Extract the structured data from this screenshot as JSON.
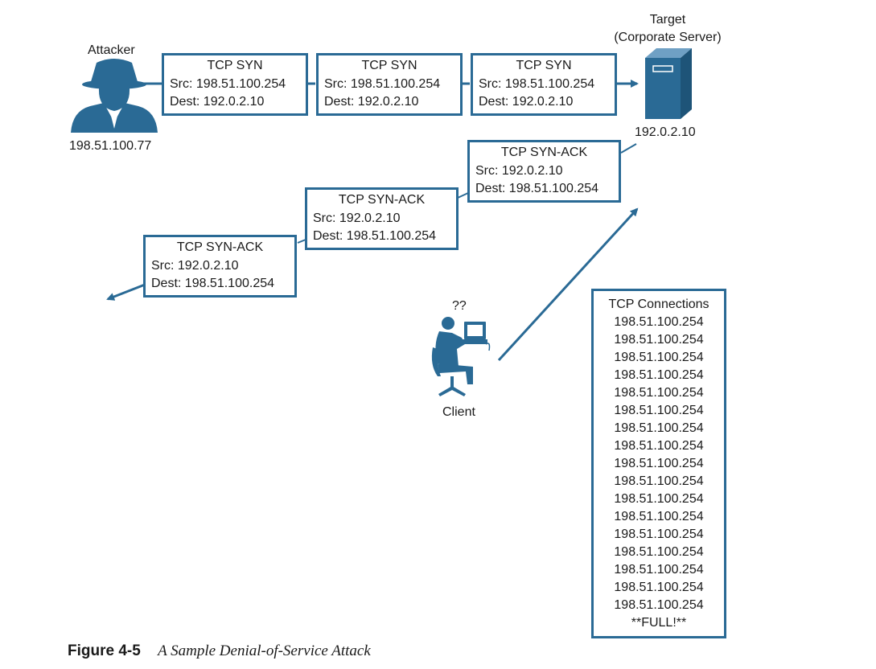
{
  "attacker": {
    "label": "Attacker",
    "ip": "198.51.100.77"
  },
  "target": {
    "label_line1": "Target",
    "label_line2": "(Corporate Server)",
    "ip": "192.0.2.10"
  },
  "client": {
    "label": "Client",
    "unknown": "??"
  },
  "syn_packets": [
    {
      "title": "TCP SYN",
      "src": "Src: 198.51.100.254",
      "dest": "Dest: 192.0.2.10"
    },
    {
      "title": "TCP SYN",
      "src": "Src: 198.51.100.254",
      "dest": "Dest: 192.0.2.10"
    },
    {
      "title": "TCP SYN",
      "src": "Src: 198.51.100.254",
      "dest": "Dest: 192.0.2.10"
    }
  ],
  "synack_packets": [
    {
      "title": "TCP SYN-ACK",
      "src": "Src: 192.0.2.10",
      "dest": "Dest: 198.51.100.254"
    },
    {
      "title": "TCP SYN-ACK",
      "src": "Src: 192.0.2.10",
      "dest": "Dest: 198.51.100.254"
    },
    {
      "title": "TCP SYN-ACK",
      "src": "Src: 192.0.2.10",
      "dest": "Dest: 198.51.100.254"
    }
  ],
  "connections": {
    "title": "TCP Connections",
    "entries": [
      "198.51.100.254",
      "198.51.100.254",
      "198.51.100.254",
      "198.51.100.254",
      "198.51.100.254",
      "198.51.100.254",
      "198.51.100.254",
      "198.51.100.254",
      "198.51.100.254",
      "198.51.100.254",
      "198.51.100.254",
      "198.51.100.254",
      "198.51.100.254",
      "198.51.100.254",
      "198.51.100.254",
      "198.51.100.254",
      "198.51.100.254"
    ],
    "full": "**FULL!**"
  },
  "caption": {
    "number": "Figure 4-5",
    "text": "A Sample Denial-of-Service Attack"
  },
  "colors": {
    "accent": "#2a6a95"
  }
}
